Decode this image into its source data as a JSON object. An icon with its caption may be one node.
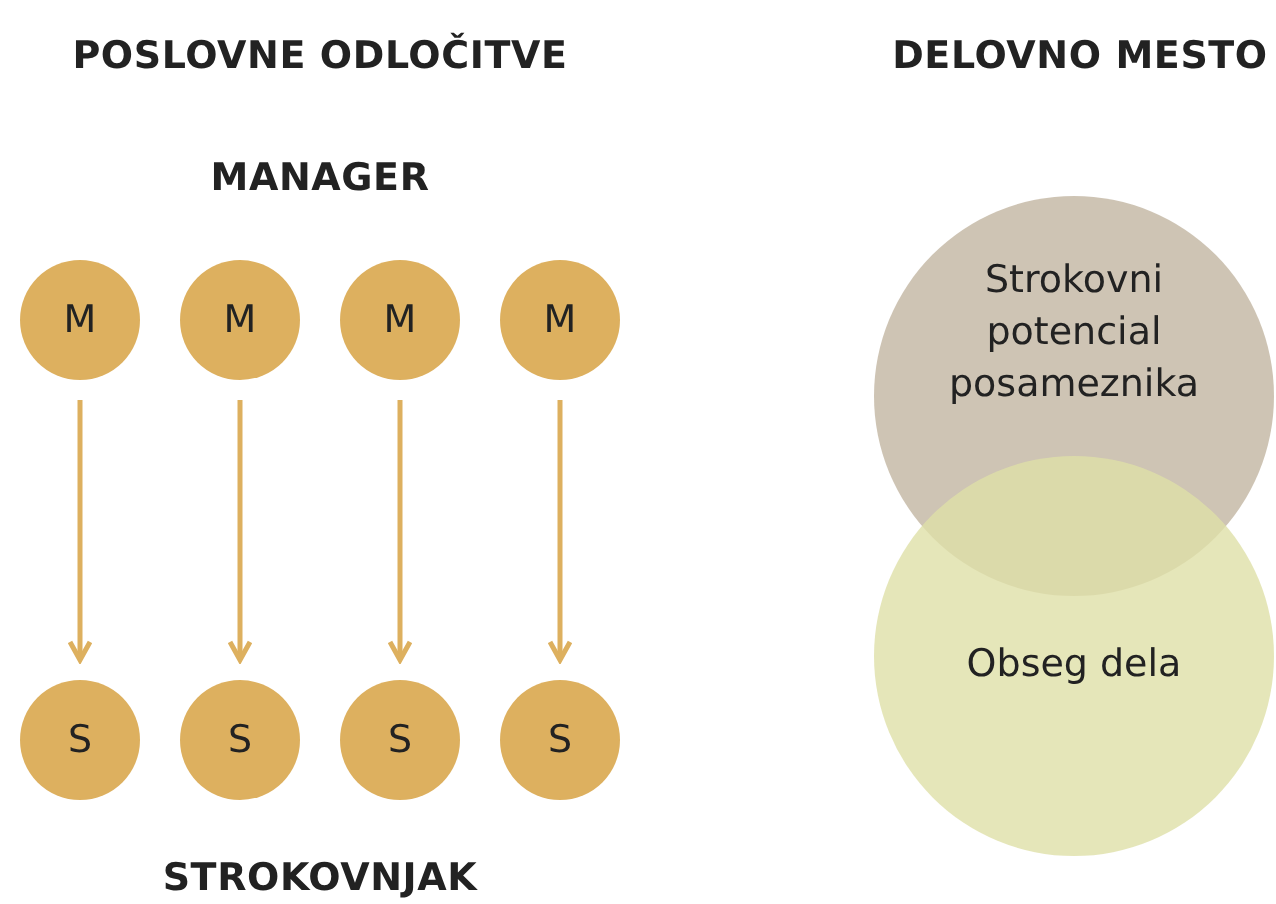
{
  "diagram": {
    "nodes": [
      {
        "text": [
          "M"
        ]
      },
      {
        "text": [
          "M"
        ]
      },
      {
        "text": [
          "M"
        ]
      },
      {
        "text": [
          "M"
        ]
      },
      {
        "text": [
          "S"
        ]
      },
      {
        "text": [
          "S"
        ]
      },
      {
        "text": [
          "S"
        ]
      },
      {
        "text": [
          "S"
        ]
      },
      {
        "text": [
          "Strokovni potencial posameznika"
        ]
      },
      {
        "text": [
          "Obseg dela"
        ]
      }
    ],
    "edges": [
      {
        "from": 0,
        "to": 4,
        "arrow": "to"
      },
      {
        "from": 1,
        "to": 5,
        "arrow": "to"
      },
      {
        "from": 2,
        "to": 6,
        "arrow": "to"
      },
      {
        "from": 3,
        "to": 7,
        "arrow": "to"
      }
    ],
    "labels": [
      "POSLOVNE ODLOČITVE",
      "DELOVNO MESTO",
      "MANAGER",
      "STROKOVNJAK"
    ]
  }
}
